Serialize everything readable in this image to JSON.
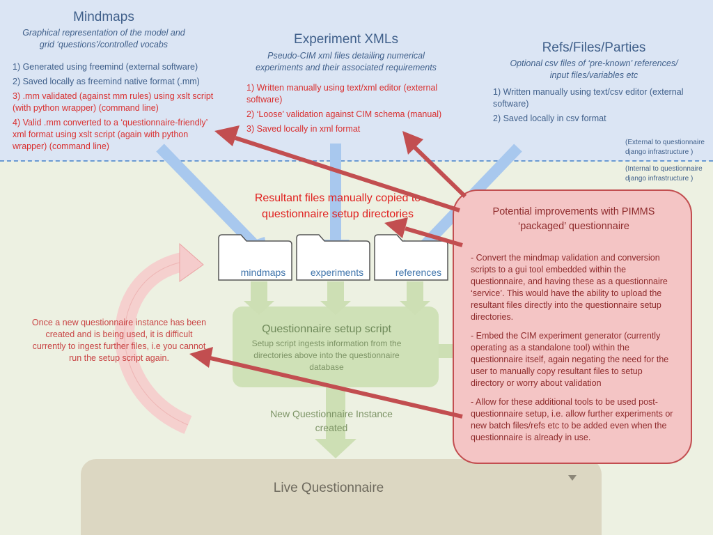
{
  "mindmaps": {
    "title": "Mindmaps",
    "subtitle_line1": "Graphical representation of the model and",
    "subtitle_line2": "grid ‘questions’/controlled vocabs",
    "steps": [
      "1) Generated using freemind (external software)",
      "2) Saved locally as freemind native format (.mm)",
      "3) .mm validated (against mm rules) using xslt script (with python wrapper) (command line)",
      "4) Valid .mm converted to a ‘questionnaire-friendly’ xml  format using xslt script (again with python wrapper) (command line)"
    ]
  },
  "experiments": {
    "title": "Experiment XMLs",
    "subtitle_line1": "Pseudo-CIM xml files detailing numerical",
    "subtitle_line2": "experiments and their associated requirements",
    "steps": [
      "1) Written manually using text/xml editor (external software)",
      "2) ‘Loose’ validation against CIM schema (manual)",
      "3) Saved locally in xml format"
    ]
  },
  "refs": {
    "title": "Refs/Files/Parties",
    "subtitle_line1": "Optional csv files of  ‘pre-known’ references/",
    "subtitle_line2": "input files/variables etc",
    "steps": [
      "1) Written manually using text/csv editor (external software)",
      "2) Saved locally in csv format"
    ]
  },
  "boundary": {
    "external": "(External to questionnaire django infrastructure )",
    "internal": "(Internal to questionnaire django infrastructure )"
  },
  "copied_note": {
    "line1": "Resultant files manually copied to",
    "line2": "questionnaire setup directories"
  },
  "folders": [
    "mindmaps",
    "experiments",
    "references"
  ],
  "setup": {
    "title": "Questionnaire setup script",
    "desc": "Setup script ingests information from the  directories above into the questionnaire database"
  },
  "new_instance": {
    "line1": "New Questionnaire Instance",
    "line2": "created"
  },
  "live": {
    "title": "Live Questionnaire"
  },
  "left_note": "Once a new questionnaire instance has been created and is being used, it is difficult currently to ingest further files, i.e  you cannot run the setup script again.",
  "pimms": {
    "title_line1": "Potential improvements with PIMMS",
    "title_line2": "‘packaged’ questionnaire",
    "items": [
      "- Convert the mindmap validation and conversion scripts to a gui tool embedded within  the questionnaire, and having these as a questionnaire ‘service’. This would have the ability to upload the resultant files directly into the questionnaire setup directories.",
      "- Embed the CIM experiment generator (currently operating as a standalone tool) within the questionnaire itself, again negating the need for the user to manually copy resultant files  to setup directory or worry about validation",
      "- Allow for these additional tools to be used post-questionnaire setup, i.e. allow further experiments or new batch files/refs  etc to be added even when the questionnaire is already in use."
    ]
  },
  "colors": {
    "blue_text": "#3f5f8a",
    "red_text": "#d93030",
    "dark_red": "#8e2b2c",
    "arrow_red": "#c24e50",
    "arrow_blue": "#a8c8ee",
    "arrow_green": "#cddfb4"
  }
}
